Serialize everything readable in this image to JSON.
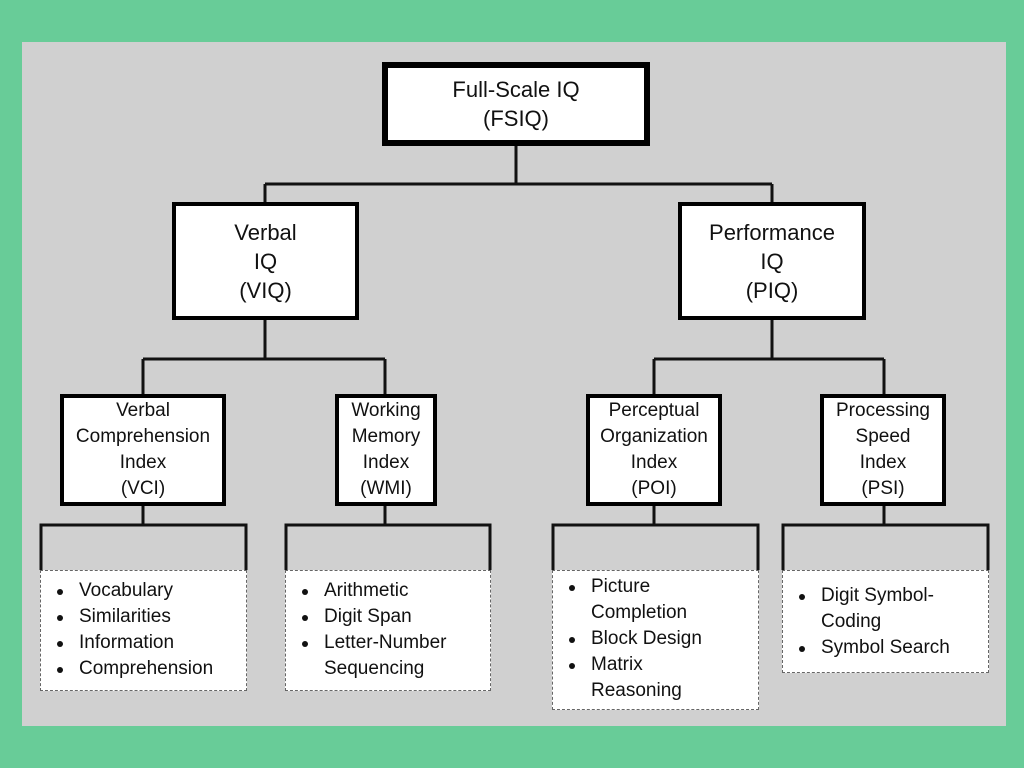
{
  "fsiq": {
    "lines": [
      "Full-Scale IQ",
      "(FSIQ)"
    ]
  },
  "viq": {
    "lines": [
      "Verbal",
      "IQ",
      "(VIQ)"
    ]
  },
  "piq": {
    "lines": [
      "Performance",
      "IQ",
      "(PIQ)"
    ]
  },
  "vci": {
    "lines": [
      "Verbal",
      "Comprehension",
      "Index",
      "(VCI)"
    ],
    "subtests": [
      [
        "Vocabulary"
      ],
      [
        "Similarities"
      ],
      [
        "Information"
      ],
      [
        "Comprehension"
      ]
    ]
  },
  "wmi": {
    "lines": [
      "Working",
      "Memory",
      "Index",
      "(WMI)"
    ],
    "subtests": [
      [
        "Arithmetic"
      ],
      [
        "Digit Span"
      ],
      [
        "Letter-Number",
        "Sequencing"
      ]
    ]
  },
  "poi": {
    "lines": [
      "Perceptual",
      "Organization",
      "Index",
      "(POI)"
    ],
    "subtests": [
      [
        "Picture",
        "Completion"
      ],
      [
        "Block Design"
      ],
      [
        "Matrix",
        "Reasoning"
      ]
    ]
  },
  "psi": {
    "lines": [
      "Processing",
      "Speed",
      "Index",
      "(PSI)"
    ],
    "subtests": [
      [
        "Digit Symbol-",
        "Coding"
      ],
      [
        "Symbol Search"
      ]
    ]
  }
}
